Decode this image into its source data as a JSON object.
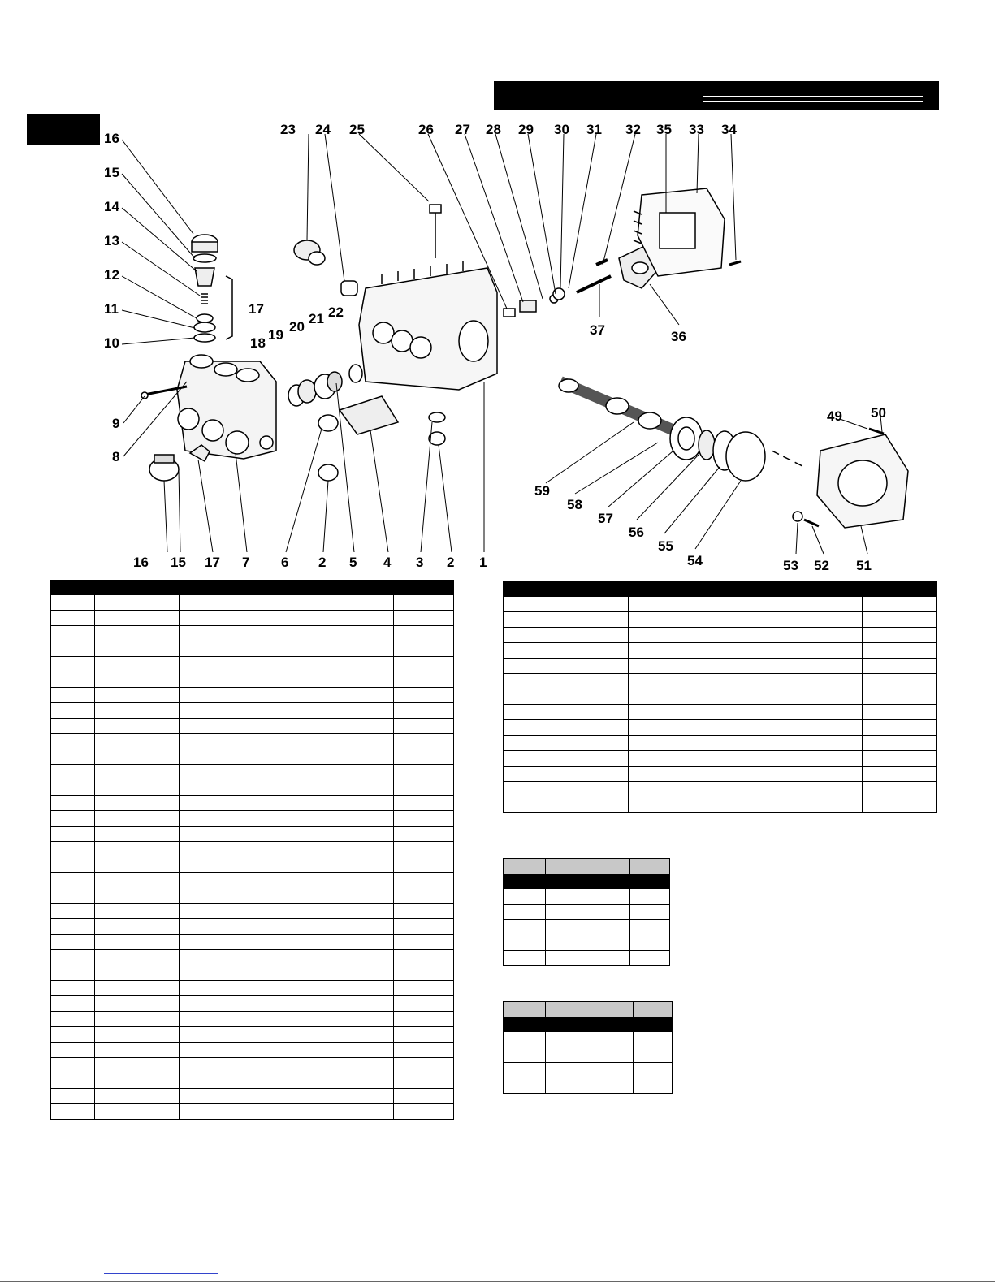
{
  "callouts": [
    "1",
    "2",
    "3",
    "4",
    "5",
    "6",
    "7",
    "8",
    "9",
    "10",
    "11",
    "12",
    "13",
    "14",
    "15",
    "16",
    "17",
    "18",
    "19",
    "20",
    "21",
    "22",
    "23",
    "24",
    "25",
    "26",
    "27",
    "28",
    "29",
    "30",
    "31",
    "32",
    "33",
    "34",
    "35",
    "36",
    "37",
    "49",
    "50",
    "51",
    "52",
    "53",
    "54",
    "55",
    "56",
    "57",
    "58",
    "59"
  ],
  "tables": {
    "main_left_rows": 34,
    "main_right_rows": 14,
    "kit_a_rows": 5,
    "kit_b_rows": 4
  }
}
